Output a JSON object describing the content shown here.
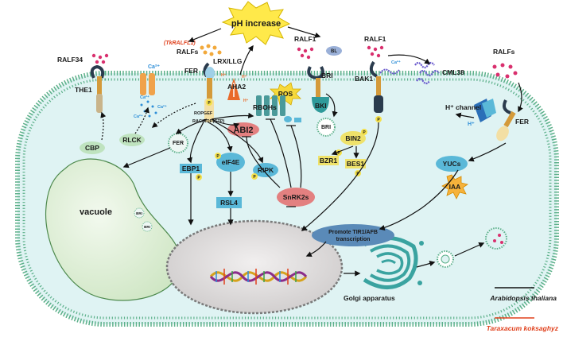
{
  "labels": {
    "ph_increase": "pH increase",
    "ralf34": "RALF34",
    "the1": "THE1",
    "ca_top": "Ca²⁺",
    "ca_in1": "Ca²⁺",
    "ca_in2": "Ca²⁺",
    "ca_in3": "Ca²⁺",
    "ca_cml": "Ca²⁺",
    "tkralfl1": "(TkRALFL1)",
    "ralfs_left": "RALFs",
    "lrx_llg": "LRX/LLG",
    "fer_left": "FER",
    "aha2": "AHA2",
    "h_plus_1": "H⁺",
    "h_plus_2": "H⁺",
    "h_plus_3": "H⁺",
    "ros": "ROS",
    "rbohs": "RBOHs",
    "ralf1_center": "RALF1",
    "bl": "BL",
    "bri_mem": "BRI",
    "bki": "BKI",
    "bak1": "BAK1",
    "ralf1_right": "RALF1",
    "cml38": "CML38",
    "ralfs_right": "RALFs",
    "h_channel": "H⁺ channel",
    "fer_right": "FER",
    "ropgef": "ROPGEF",
    "rac_rop": "RAC/ROP(GTP)",
    "abi2": "ABI2",
    "rlck": "RLCK",
    "cbp": "CBP",
    "fer_vesicle": "FER",
    "bri_vesicle": "BRI",
    "bin2": "BIN2",
    "bzr1": "BZR1",
    "bes1": "BES1",
    "ebp1": "EBP1",
    "eif4e": "eIF4E",
    "ripk": "RIPK",
    "rsl4": "RSL4",
    "snrk2s": "SnRK2s",
    "yucs": "YUCs",
    "iaa": "IAA",
    "vacuole": "vacuole",
    "bri_vac1": "BRI",
    "bri_vac2": "BRI",
    "promote_line1": "Promote TIR1/AFB",
    "promote_line2": "transcription",
    "golgi": "Golgi apparatus",
    "p": "P"
  },
  "legend": [
    {
      "label": "Arabidopsis thaliana",
      "color": "#111111"
    },
    {
      "label": "Taraxacum koksaghyz",
      "color": "#e0401c"
    }
  ],
  "colors": {
    "cytoplasm": "#dff3f3",
    "membrane": "#5cb08a",
    "vacuole": "#e3f1dc",
    "nucleus": "#e0dede",
    "red_label": "#e0401c",
    "ralf_dot": "#d9306e",
    "ca_blue": "#2f8fd8"
  }
}
